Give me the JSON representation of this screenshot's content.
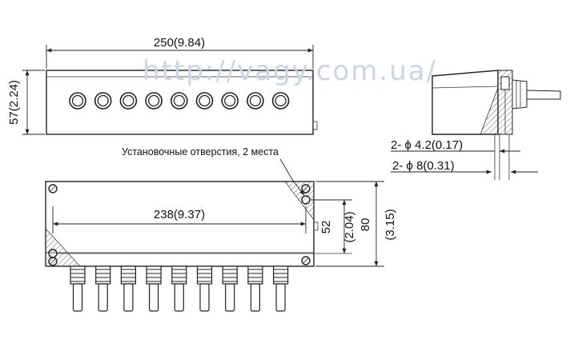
{
  "watermark": "http://vagy.com.ua/",
  "dimensions": {
    "top_width": "250(9.84)",
    "top_height": "57(2.24)",
    "bottom_width": "238(9.37)",
    "hole_spacing": "52",
    "hole_spacing_in": "(2.04)",
    "bottom_height": "80",
    "bottom_height_in": "(3.15)",
    "hole_small": "2- ϕ 4.2(0.17)",
    "hole_large": "2- ϕ 8(0.31)"
  },
  "annotation": "Установочные отверстия, 2 места",
  "gland_count": 9
}
